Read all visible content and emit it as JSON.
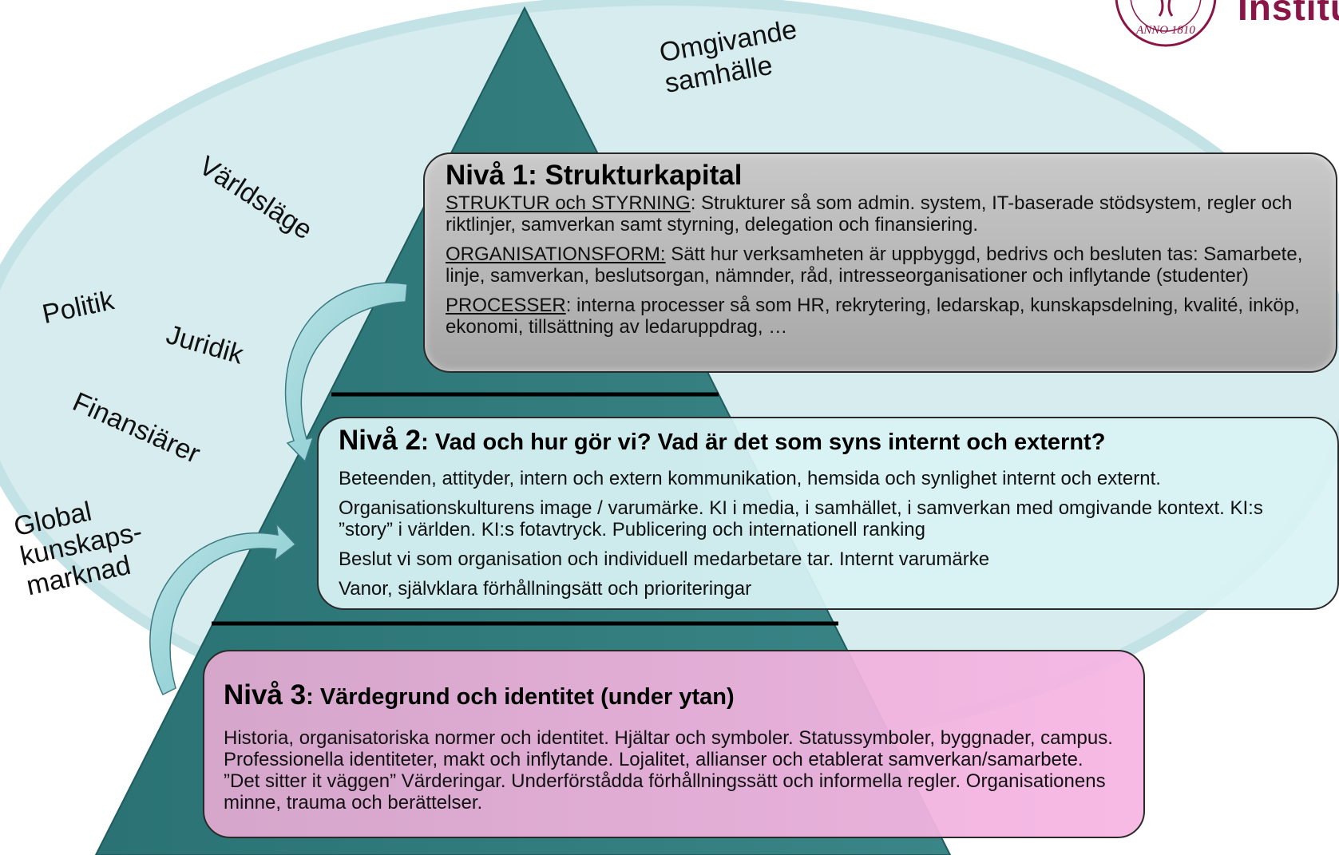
{
  "context_labels": {
    "society": "Omgivande\nsamhälle",
    "world": "Världsläge",
    "politics": "Politik",
    "law": "Juridik",
    "financiers": "Finansiärer",
    "market": "Global\nkunskaps-\nmarknad"
  },
  "level1": {
    "title": "Nivå 1: Strukturkapital",
    "items": [
      {
        "heading": "STRUKTUR och STYRNING",
        "text": ": Strukturer så som admin. system, IT-baserade stödsystem, regler och riktlinjer, samverkan samt styrning, delegation och finansiering."
      },
      {
        "heading": "ORGANISATIONSFORM:",
        "text": " Sätt hur verksamheten är uppbyggd, bedrivs och besluten tas: Samarbete, linje, samverkan, beslutsorgan, nämnder, råd, intresseorganisationer och inflytande (studenter)"
      },
      {
        "heading": "PROCESSER",
        "text": ": interna processer så som HR, rekrytering, ledarskap, kunskapsdelning, kvalité, inköp, ekonomi, tillsättning av ledaruppdrag, …"
      }
    ]
  },
  "level2": {
    "title_prefix": "Nivå 2",
    "title_rest": ": Vad och hur gör vi? Vad är det som syns internt och externt?",
    "items": [
      "Beteenden, attityder, intern och extern kommunikation, hemsida och synlighet internt och externt.",
      "Organisationskulturens image / varumärke. KI i media, i samhället, i samverkan med omgivande kontext. KI:s ”story” i världen. KI:s fotavtryck. Publicering och internationell ranking",
      "Beslut vi som organisation och individuell medarbetare tar. Internt varumärke",
      "Vanor, självklara förhållningsätt och prioriteringar"
    ]
  },
  "level3": {
    "title_prefix": "Nivå 3",
    "title_rest": ": Värdegrund och identitet (under ytan)",
    "text": "Historia, organisatoriska normer och identitet. Hjältar och symboler. Statussymboler, byggnader, campus. Professionella identiteter, makt och inflytande. Lojalitet, allianser och etablerat samverkan/samarbete. ”Det sitter it väggen” Värderingar. Underförstådda förhållningssätt och informella regler. Organisationens minne, trauma och berättelser."
  },
  "logo": {
    "text": "Institu",
    "seal_text": "ANNO 1810"
  },
  "colors": {
    "ellipse": "#d6ecee",
    "pyramid": "#2f7b7c",
    "level1_box": "#b7b7b7",
    "level2_box": "#d9f3f5",
    "level3_box": "#efb3df",
    "arrow": "#8fcfd4",
    "brand": "#8a1648"
  }
}
